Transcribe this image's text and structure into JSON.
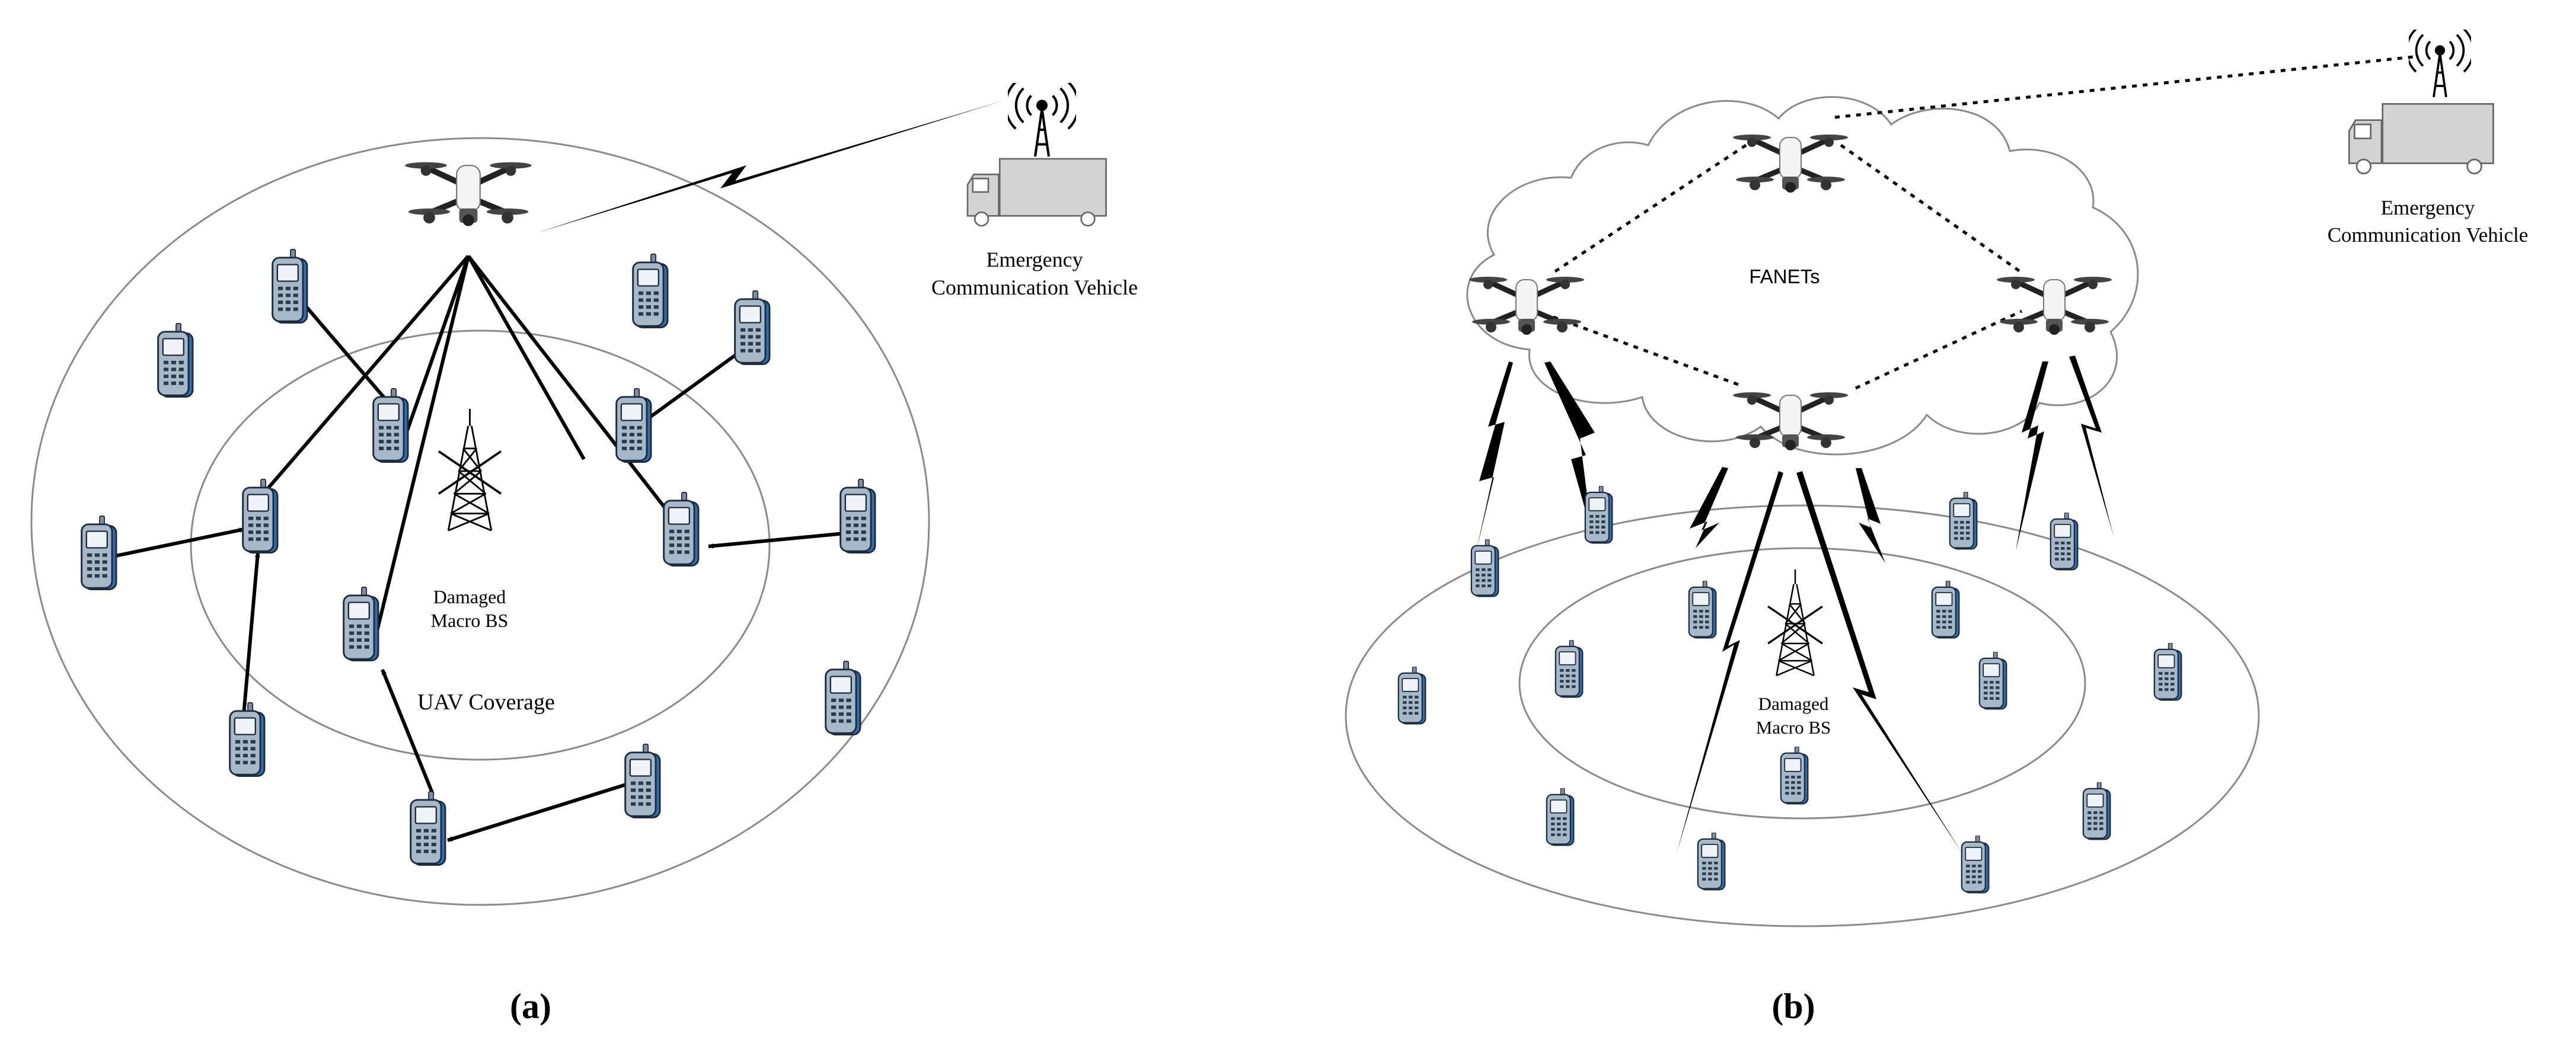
{
  "panel_a": {
    "caption": "(a)",
    "vehicle_label_line1": "Emergency",
    "vehicle_label_line2": "Communication Vehicle",
    "bs_label_line1": "Damaged",
    "bs_label_line2": "Macro BS",
    "coverage_label": "UAV Coverage"
  },
  "panel_b": {
    "caption": "(b)",
    "vehicle_label_line1": "Emergency",
    "vehicle_label_line2": "Communication Vehicle",
    "cloud_label": "FANETs",
    "bs_label_line1": "Damaged",
    "bs_label_line2": "Macro BS"
  },
  "icons": {
    "drone": "drone-icon",
    "phone": "mobile-phone-icon",
    "tower": "damaged-cell-tower-icon",
    "vehicle": "emergency-vehicle-icon",
    "antenna": "antenna-icon"
  },
  "colors": {
    "line": "#000000",
    "ellipse": "#8a8a8a",
    "vehicle_body": "#d3d3d3",
    "phone_body": "#9ab0c4",
    "phone_edge": "#2f6fb0"
  }
}
